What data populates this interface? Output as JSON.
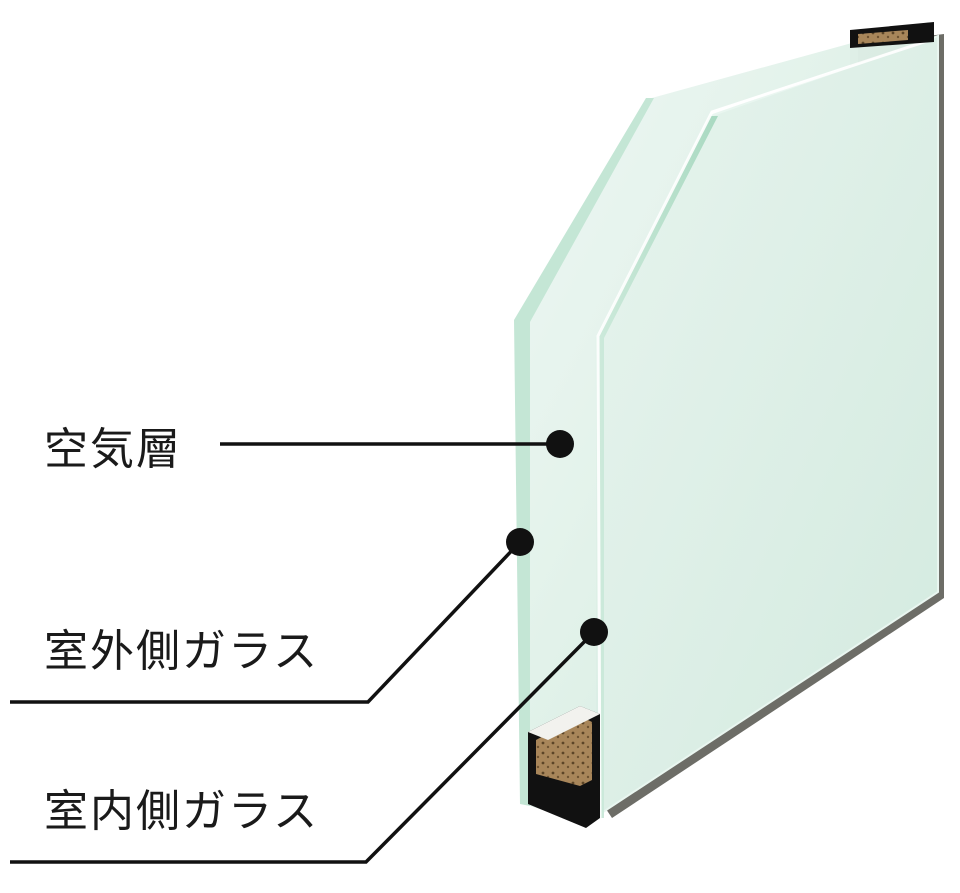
{
  "labels": {
    "air_layer": "空気層",
    "outdoor_glass": "室外側ガラス",
    "indoor_glass": "室内側ガラス"
  },
  "colors": {
    "glass_face": "#dcefe6",
    "glass_edge": "#bfe4d2",
    "frame_shadow": "#6e6e68",
    "frame_light": "#b9b9b4",
    "spacer_black": "#111111",
    "desiccant": "#9b7a4e",
    "leader_line": "#111111"
  }
}
